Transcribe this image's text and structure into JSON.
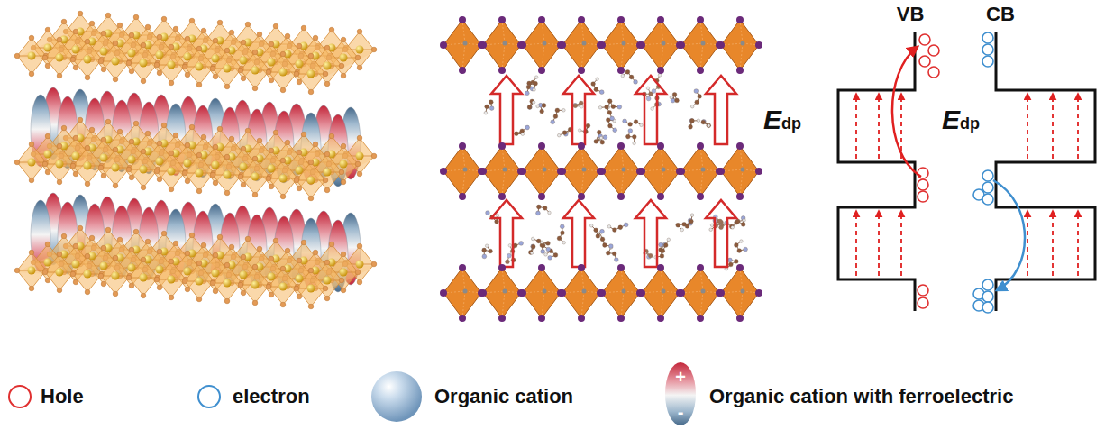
{
  "diagram": {
    "labels": [
      "VB",
      "CB",
      "Edp",
      "Edp",
      "+",
      "-"
    ],
    "legend": [
      {
        "text": "Hole"
      },
      {
        "text": "electron"
      },
      {
        "text": "Organic cation"
      },
      {
        "text": "Organic cation with ferroelectric"
      }
    ]
  }
}
